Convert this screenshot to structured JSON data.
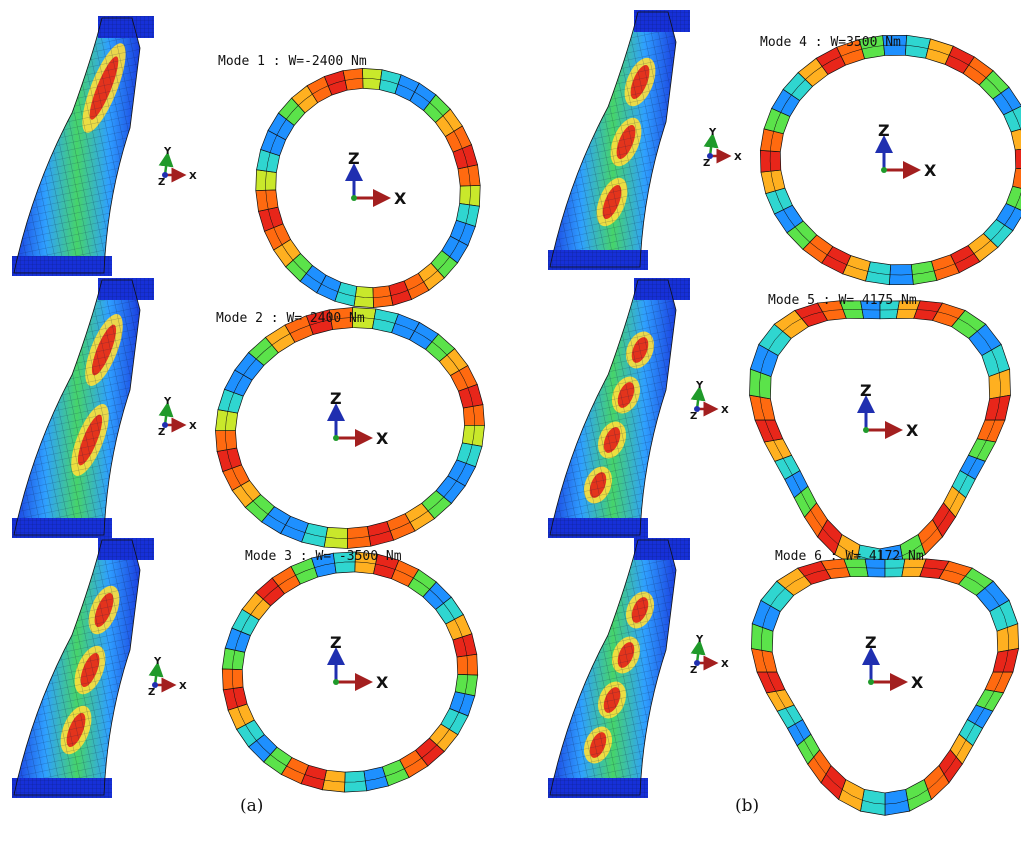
{
  "figure": {
    "panels": [
      {
        "caption": "(a)",
        "modes": [
          {
            "title": "Mode 1 : W=-2400 Nm",
            "ring_shape": "ellipse",
            "ring_lobes": 4,
            "shell_bands": 1
          },
          {
            "title": "Mode 2 : W= 2400 Nm",
            "ring_shape": "ellipse",
            "ring_lobes": 4,
            "shell_bands": 2
          },
          {
            "title": "Mode 3 : W= -3500 Nm",
            "ring_shape": "ellipse",
            "ring_lobes": 6,
            "shell_bands": 3
          }
        ]
      },
      {
        "caption": "(b)",
        "modes": [
          {
            "title": "Mode 4 : W=3500 Nm",
            "ring_shape": "ellipse",
            "ring_lobes": 6,
            "shell_bands": 3
          },
          {
            "title": "Mode 5 : W= 4175 Nm",
            "ring_shape": "triangle",
            "ring_lobes": 6,
            "shell_bands": 4
          },
          {
            "title": "Mode 6 : W= 4172 Nm",
            "ring_shape": "triangle",
            "ring_lobes": 6,
            "shell_bands": 4
          }
        ]
      }
    ],
    "axes": {
      "small": {
        "up": "Y",
        "right": "X",
        "out": "Z"
      },
      "large": {
        "up": "Z",
        "right": "X"
      }
    },
    "colormap": [
      "#0a2be0",
      "#1e90ff",
      "#2fd6d0",
      "#5be34a",
      "#c9e82b",
      "#ffb020",
      "#ff6a10",
      "#e8261a"
    ]
  }
}
